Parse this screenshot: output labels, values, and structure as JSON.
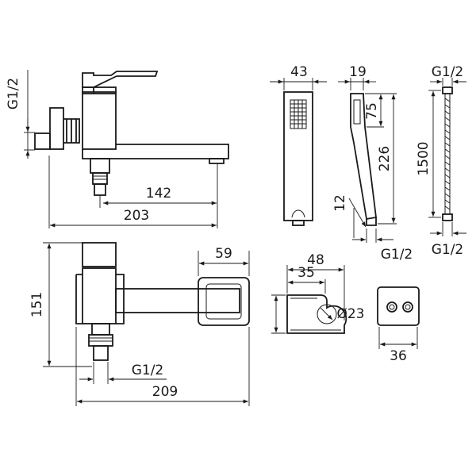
{
  "dimensions": {
    "side_thread": "G1/2",
    "spout_142": "142",
    "spout_203": "203",
    "shower_width": "43",
    "shower_thickness": "19",
    "shower_head_len": "75",
    "shower_len": "226",
    "shower_tip": "12",
    "shower_thread": "G1/2",
    "hose_top_thread": "G1/2",
    "hose_length": "1500",
    "hose_bottom_thread": "G1/2",
    "top_height": "151",
    "top_spout_depth": "59",
    "top_thread": "G1/2",
    "top_width": "209",
    "holder_outer": "48",
    "holder_inner": "35",
    "holder_diameter": "Ø23",
    "plate_width": "36"
  },
  "colors": {
    "line": "#1a1a1a",
    "background": "#ffffff"
  }
}
